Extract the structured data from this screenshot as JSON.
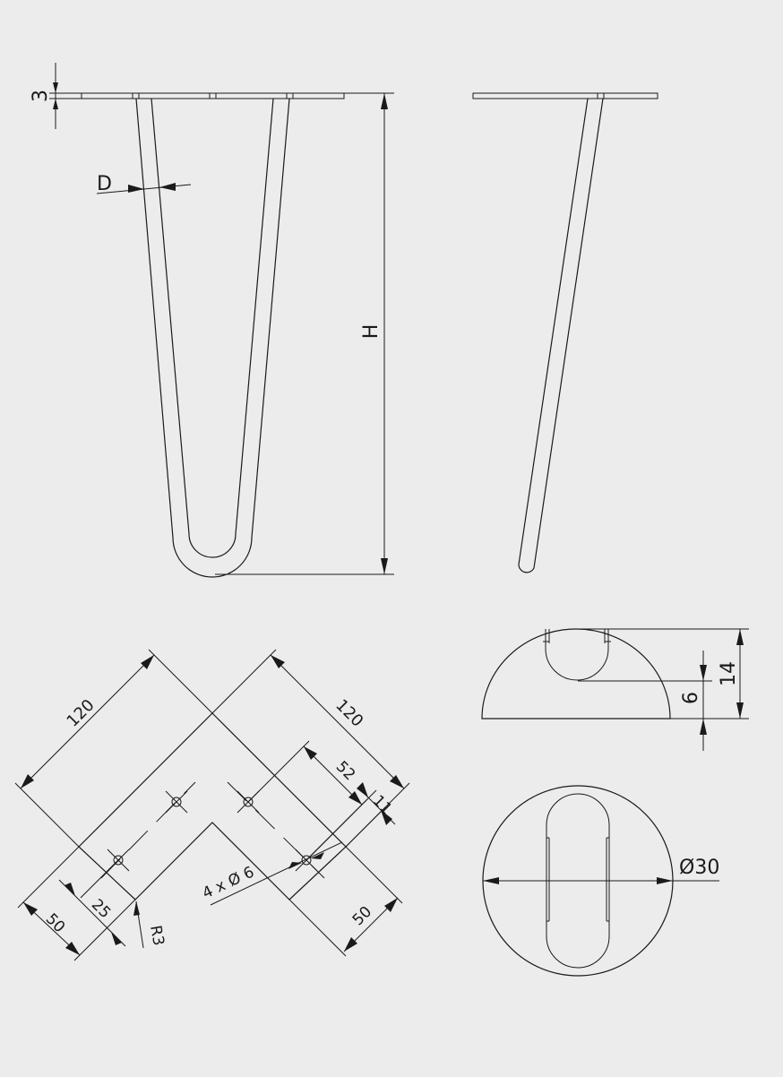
{
  "labels": {
    "plate_thickness": "3",
    "rod_diameter": "D",
    "height": "H",
    "plate_length_left": "120",
    "plate_length_right": "120",
    "hole_spacing": "52",
    "edge_offset": "11",
    "hole_count_dia": "4 x Ø 6",
    "plate_width_left": "50",
    "hole_row_offset": "25",
    "corner_radius": "R3",
    "plate_width_right": "50",
    "foot_height": "14",
    "foot_slot_depth": "6",
    "foot_diameter": "Ø30"
  }
}
